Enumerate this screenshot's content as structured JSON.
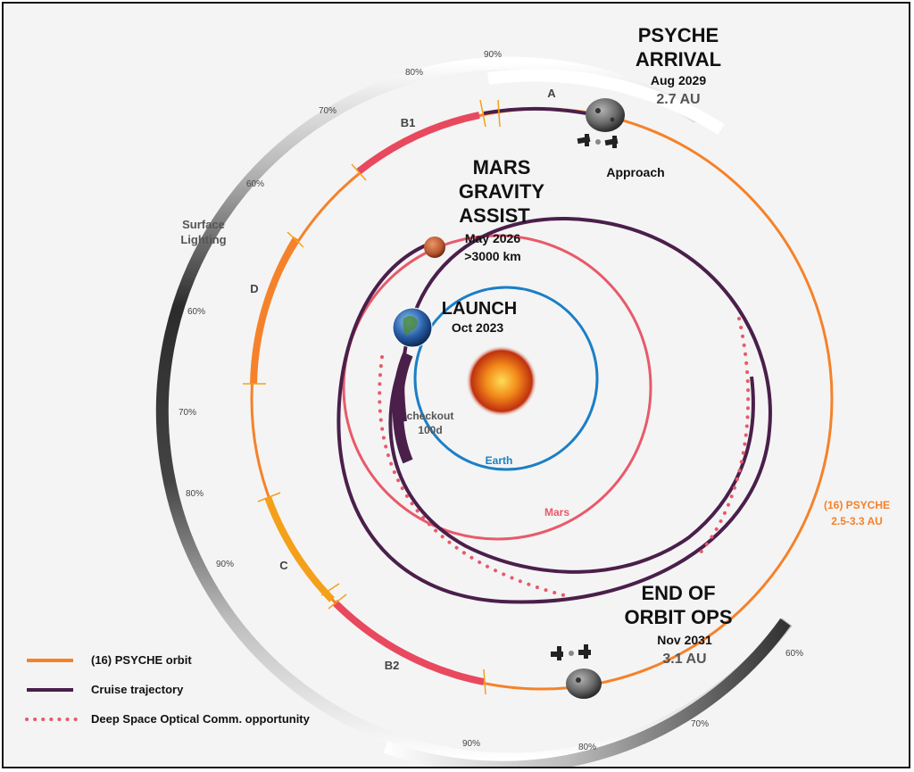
{
  "colors": {
    "psyche_orbit": "#f5822a",
    "cruise": "#4a1f4a",
    "mars": "#e85a6a",
    "earth": "#1a7fc6",
    "dsoc": "#e85a6a",
    "ops_segment": "#e8495e"
  },
  "events": {
    "arrival": {
      "title1": "PSYCHE",
      "title2": "ARRIVAL",
      "date": "Aug 2029",
      "au": "2.7 AU"
    },
    "gravity": {
      "title1": "MARS",
      "title2": "GRAVITY",
      "title3": "ASSIST",
      "date": "May 2026",
      "dist": ">3000 km"
    },
    "launch": {
      "title": "LAUNCH",
      "date": "Oct 2023"
    },
    "end": {
      "title1": "END OF",
      "title2": "ORBIT OPS",
      "date": "Nov 2031",
      "au": "3.1 AU"
    }
  },
  "labels": {
    "approach": "Approach",
    "checkout1": "checkout",
    "checkout2": "100d",
    "earth": "Earth",
    "mars": "Mars",
    "psyche1": "(16) PSYCHE",
    "psyche2": "2.5-3.3 AU",
    "surface1": "Surface",
    "surface2": "Lighting"
  },
  "segments": [
    "A",
    "B1",
    "D",
    "C",
    "B2"
  ],
  "lighting_percent": [
    "90%",
    "80%",
    "70%",
    "60%",
    "60%",
    "70%",
    "80%",
    "90%",
    "90%",
    "80%",
    "70%",
    "60%"
  ],
  "legend": [
    {
      "label": "(16) PSYCHE orbit",
      "style": "solid",
      "color": "#f5822a"
    },
    {
      "label": "Cruise trajectory",
      "style": "solid",
      "color": "#4a1f4a"
    },
    {
      "label": "Deep Space Optical Comm. opportunity",
      "style": "dotted",
      "color": "#e85a6a"
    }
  ],
  "icons": [
    "sun-icon",
    "earth-icon",
    "mars-icon",
    "psyche-asteroid-icon",
    "spacecraft-icon"
  ]
}
